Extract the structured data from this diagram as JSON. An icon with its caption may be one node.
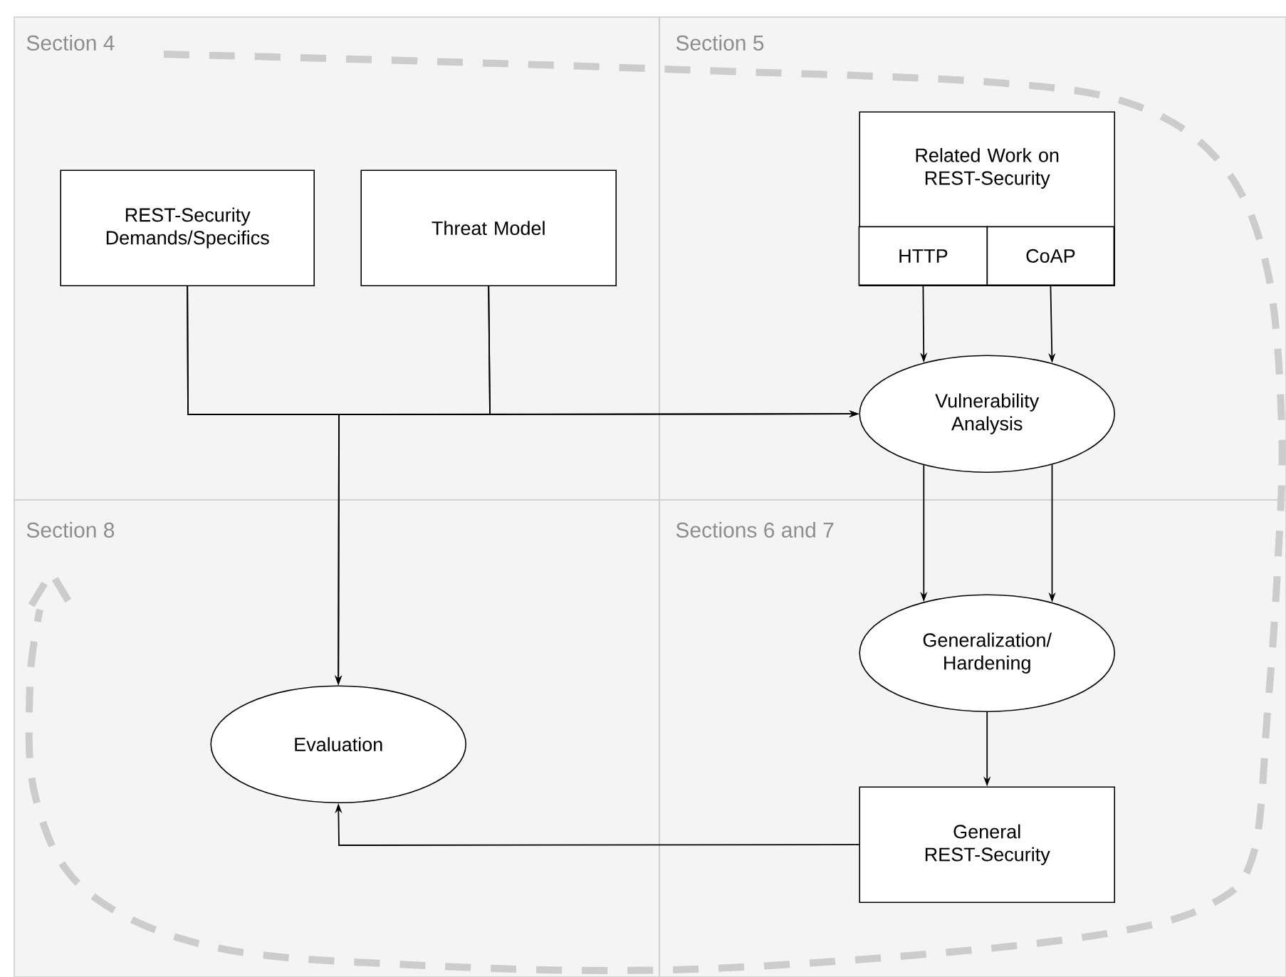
{
  "diagram": {
    "nodes": [
      {
        "text": [
          "Section 4"
        ]
      },
      {
        "text": [
          "REST-Security Demands/Specifics"
        ],
        "in": 0
      },
      {
        "text": [
          "Threat Model"
        ],
        "in": 0
      },
      {
        "text": [
          "Section 5"
        ]
      },
      {
        "text": [
          "Related Work on REST-Security"
        ],
        "in": 3
      },
      {
        "text": [
          "HTTP"
        ],
        "in": 4
      },
      {
        "text": [
          "CoAP"
        ],
        "in": 4
      },
      {
        "text": [
          "Vulnerability Analysis"
        ],
        "in": 3
      },
      {
        "text": [
          "Section 8"
        ]
      },
      {
        "text": [
          "Evaluation"
        ],
        "in": 8
      },
      {
        "text": [
          "Sections 6 and 7"
        ]
      },
      {
        "text": [
          "Generalization/ Hardening"
        ],
        "in": 10
      },
      {
        "text": [
          "General REST-Security"
        ],
        "in": 10
      }
    ],
    "edges": [
      {
        "from": 1,
        "to": 7,
        "arrow": "to"
      },
      {
        "from": 2,
        "to": 7,
        "arrow": "to"
      },
      {
        "from": 1,
        "to": 9,
        "arrow": "to"
      },
      {
        "from": 2,
        "to": 9,
        "arrow": "to"
      },
      {
        "from": 5,
        "to": 7,
        "arrow": "to"
      },
      {
        "from": 6,
        "to": 7,
        "arrow": "to"
      },
      {
        "from": 7,
        "to": 11,
        "arrow": "to"
      },
      {
        "from": 7,
        "to": 11,
        "arrow": "to"
      },
      {
        "from": 11,
        "to": 12,
        "arrow": "to"
      },
      {
        "from": 12,
        "to": 9,
        "arrow": "to"
      }
    ]
  }
}
